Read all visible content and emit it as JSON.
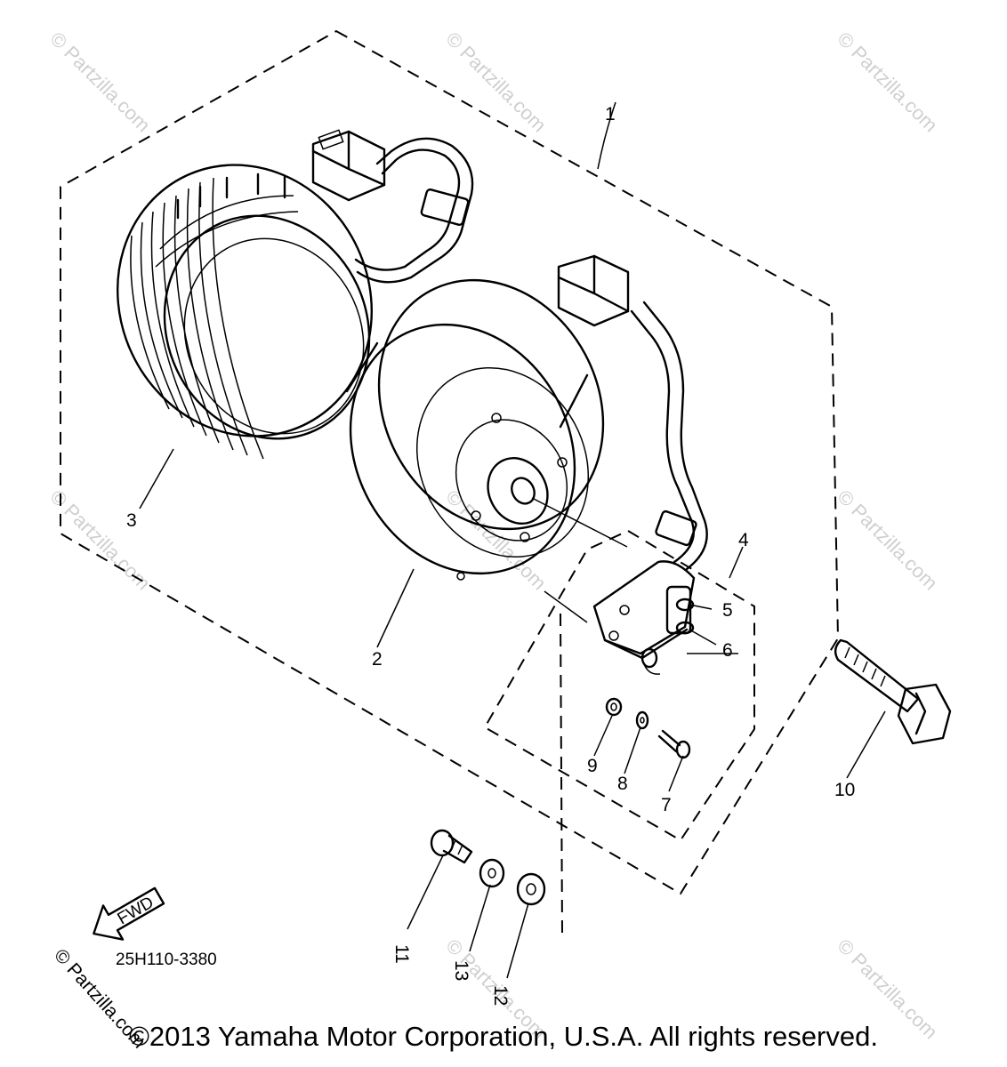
{
  "diagram": {
    "callouts": [
      "1",
      "2",
      "3",
      "4",
      "5",
      "6",
      "7",
      "8",
      "9",
      "10",
      "11",
      "12",
      "13"
    ],
    "direction_arrow": "FWD",
    "drawing_code": "25H110-3380",
    "watermark": "© Partzilla.com"
  },
  "footer": {
    "copyright": "©2013 Yamaha Motor Corporation, U.S.A. All rights reserved."
  }
}
